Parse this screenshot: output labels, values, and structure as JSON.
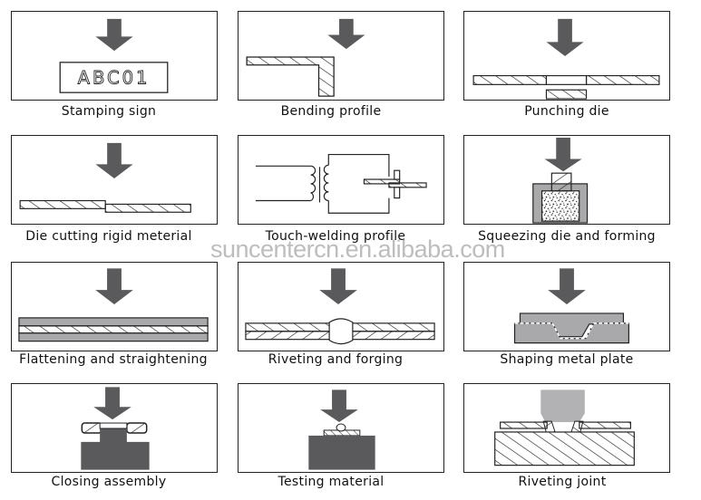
{
  "watermark": "suncentercn.en.alibaba.com",
  "colors": {
    "arrow": "#5a595b",
    "block": "#5a595b",
    "plate": "#a9a8aa",
    "tool": "#b2b1b3",
    "line": "#222222"
  },
  "panels": [
    {
      "caption": "Stamping sign",
      "stamp_text": "ABC01"
    },
    {
      "caption": "Bending profile"
    },
    {
      "caption": "Punching die"
    },
    {
      "caption": "Die cutting rigid meterial"
    },
    {
      "caption": "Touch-welding profile"
    },
    {
      "caption": "Squeezing die and forming"
    },
    {
      "caption": "Flattening and straightening"
    },
    {
      "caption": "Riveting and forging"
    },
    {
      "caption": "Shaping metal plate"
    },
    {
      "caption": "Closing assembly"
    },
    {
      "caption": "Testing material"
    },
    {
      "caption": "Riveting joint"
    }
  ]
}
